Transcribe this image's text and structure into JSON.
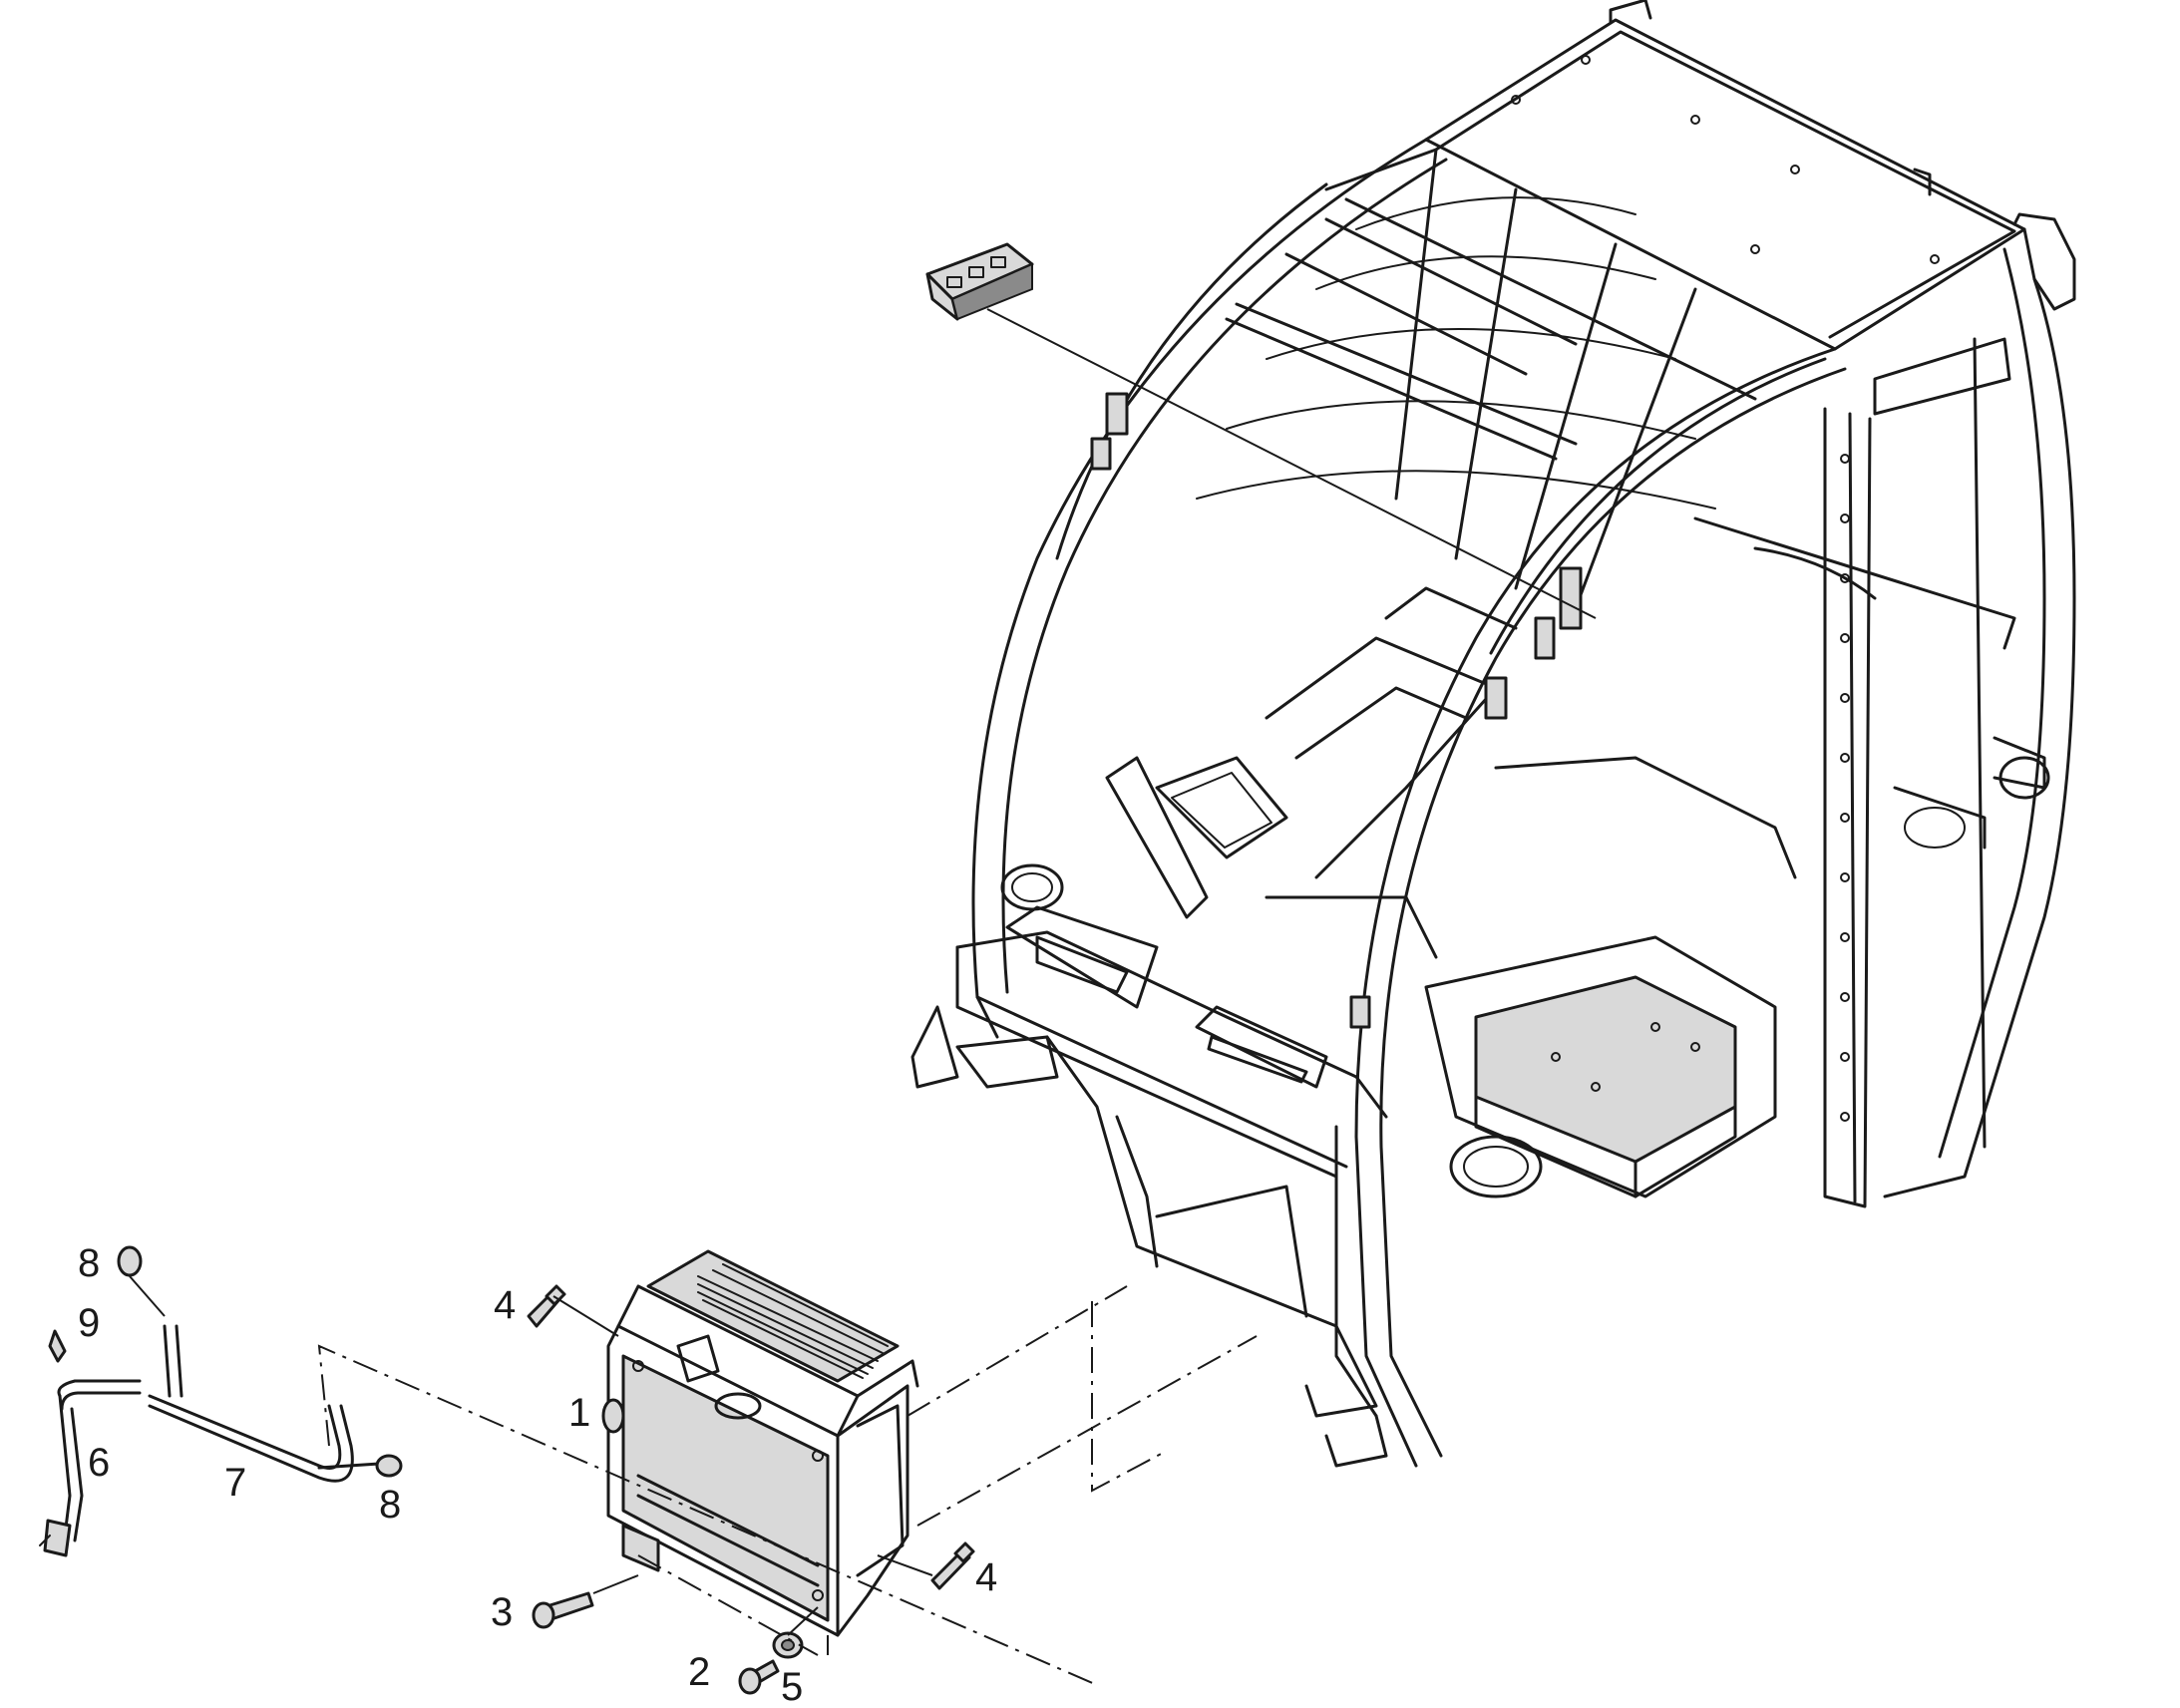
{
  "callouts": [
    {
      "id": "c1",
      "text": "1"
    },
    {
      "id": "c2",
      "text": "2"
    },
    {
      "id": "c3",
      "text": "3"
    },
    {
      "id": "c4a",
      "text": "4"
    },
    {
      "id": "c4b",
      "text": "4"
    },
    {
      "id": "c5",
      "text": "5"
    },
    {
      "id": "c6",
      "text": "6"
    },
    {
      "id": "c7",
      "text": "7"
    },
    {
      "id": "c8a",
      "text": "8"
    },
    {
      "id": "c8b",
      "text": "8"
    },
    {
      "id": "c9",
      "text": "9"
    }
  ],
  "colors": {
    "stroke": "#1a1a1a",
    "shade": "#d9d9d9",
    "background": "#ffffff"
  }
}
